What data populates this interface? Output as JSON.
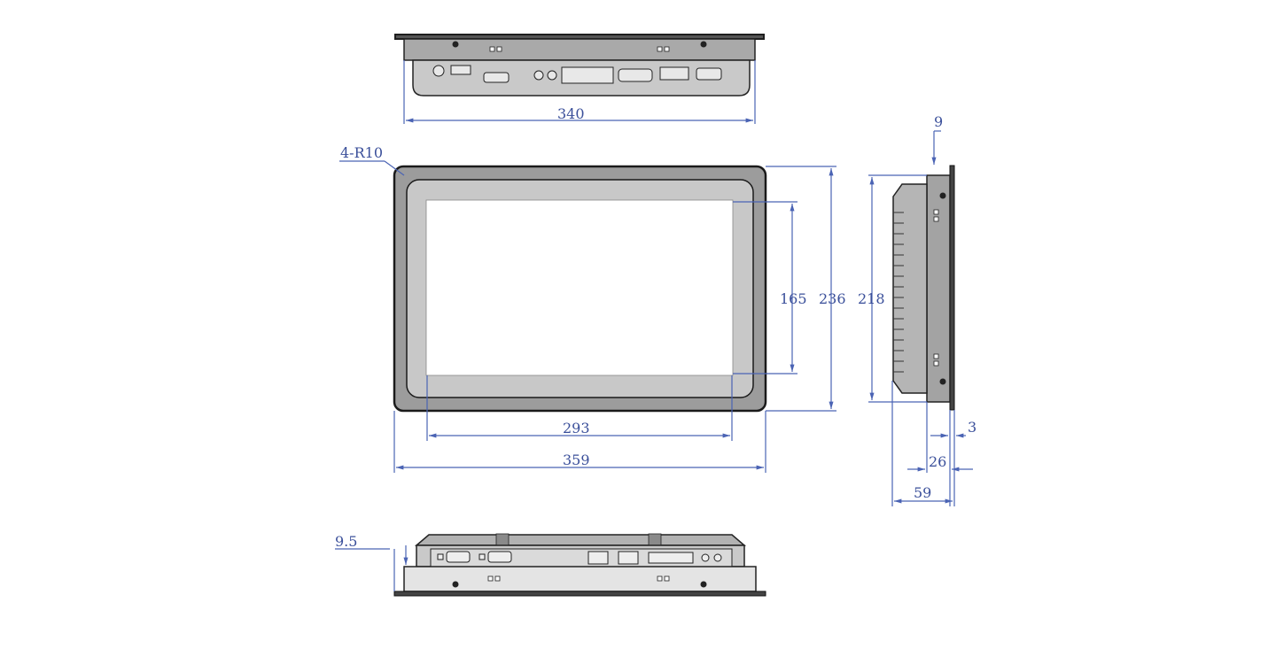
{
  "dimensions": {
    "top_width": "340",
    "corner_radius": "4-R10",
    "screen_width": "293",
    "outer_width": "359",
    "screen_height": "165",
    "outer_height": "236",
    "side_height": "218",
    "bezel_offset": "9",
    "front_thickness": "3",
    "body_depth": "26",
    "total_depth": "59",
    "bottom_lip": "9.5"
  }
}
